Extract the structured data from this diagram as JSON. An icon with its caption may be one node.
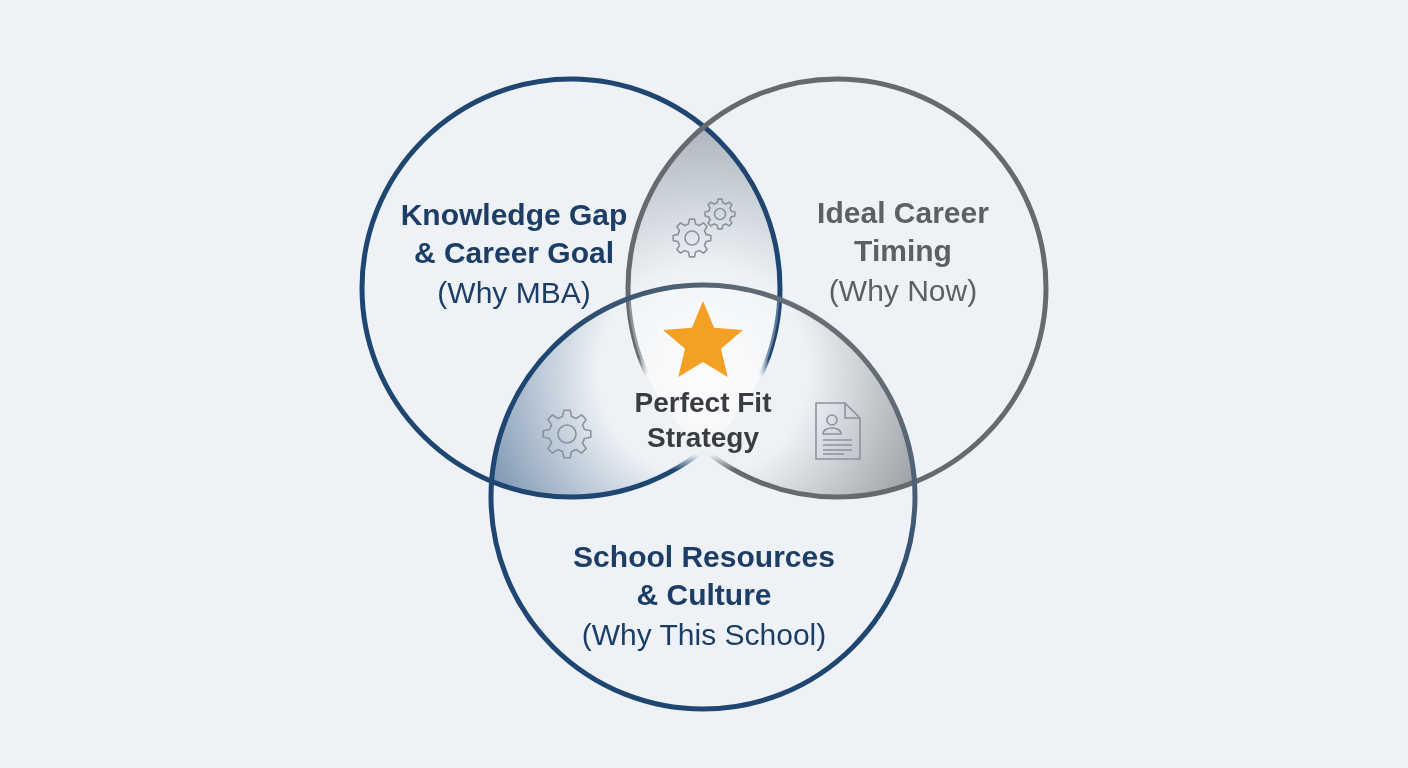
{
  "diagram": {
    "nodes": [
      {
        "text": [
          "Knowledge Gap & Career Goal",
          "(Why MBA)"
        ]
      },
      {
        "text": [
          "Ideal Career Timing",
          "(Why Now)"
        ]
      },
      {
        "text": [
          "Perfect Fit Strategy"
        ]
      },
      {
        "text": [
          "School Resources & Culture",
          "(Why This School)"
        ]
      }
    ]
  }
}
